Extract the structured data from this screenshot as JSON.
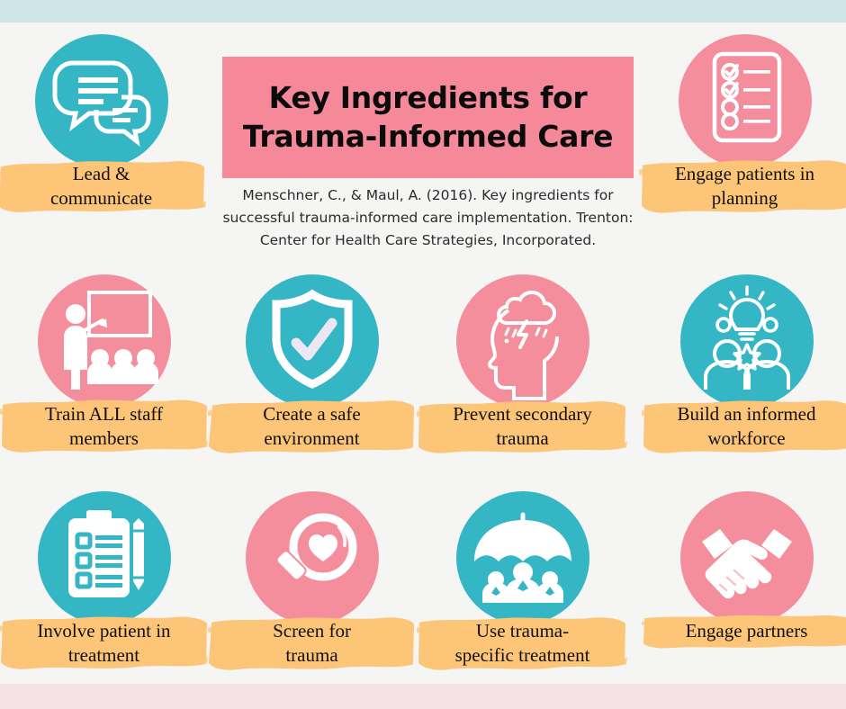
{
  "page": {
    "background_color": "#f5f5f4",
    "top_band_color": "#cee5e8",
    "bottom_band_color": "#f5e2e4",
    "teal": "#35b6c4",
    "pink": "#f58e9c",
    "banner_pink": "#f5899a",
    "brush_orange": "#fcc577"
  },
  "header": {
    "title_line_1": "Key Ingredients for",
    "title_line_2": "Trauma-Informed Care",
    "citation": "Menschner, C., & Maul, A. (2016). Key ingredients for successful trauma-informed care implementation. Trenton: Center for Health Care Strategies, Incorporated."
  },
  "ingredients": [
    {
      "id": "lead-communicate",
      "icon": "speech-bubbles-icon",
      "circle_color": "teal",
      "line1": "Lead &",
      "line2": "communicate"
    },
    {
      "id": "engage-patients",
      "icon": "checklist-icon",
      "circle_color": "pink",
      "line1": "Engage patients in",
      "line2": "planning"
    },
    {
      "id": "train-all-staff",
      "icon": "training-class-icon",
      "circle_color": "pink",
      "line1": "Train ALL staff",
      "line2": "members"
    },
    {
      "id": "create-safe-environment",
      "icon": "shield-check-icon",
      "circle_color": "teal",
      "line1": "Create a safe",
      "line2": "environment"
    },
    {
      "id": "prevent-secondary-trauma",
      "icon": "head-storm-icon",
      "circle_color": "pink",
      "line1": "Prevent secondary",
      "line2": "trauma"
    },
    {
      "id": "build-informed-workforce",
      "icon": "lightbulb-team-icon",
      "circle_color": "teal",
      "line1": "Build an informed",
      "line2": "workforce"
    },
    {
      "id": "involve-patient",
      "icon": "clipboard-pencil-icon",
      "circle_color": "teal",
      "line1": "Involve patient in",
      "line2": "treatment"
    },
    {
      "id": "screen-for-trauma",
      "icon": "magnifier-heart-icon",
      "circle_color": "pink",
      "line1": "Screen for",
      "line2": "trauma"
    },
    {
      "id": "trauma-specific-treatment",
      "icon": "umbrella-people-icon",
      "circle_color": "teal",
      "line1": "Use trauma-",
      "line2": "specific treatment"
    },
    {
      "id": "engage-partners",
      "icon": "handshake-icon",
      "circle_color": "pink",
      "line1": "Engage partners",
      "line2": ""
    }
  ]
}
